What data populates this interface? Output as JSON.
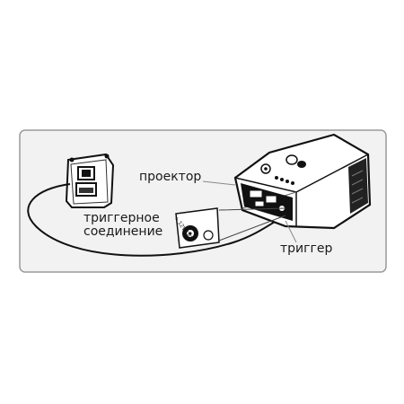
{
  "labels": {
    "projector": "проектор",
    "trigger_connection_line1": "триггерное",
    "trigger_connection_line2": "соединение",
    "trigger": "триггер"
  },
  "jack_label": "+ 12V DC",
  "colors": {
    "background": "#ffffff",
    "frame_fill": "#f2f2f2",
    "frame_stroke": "#9a9a9a",
    "line": "#111111",
    "text": "#1a1a1a"
  }
}
